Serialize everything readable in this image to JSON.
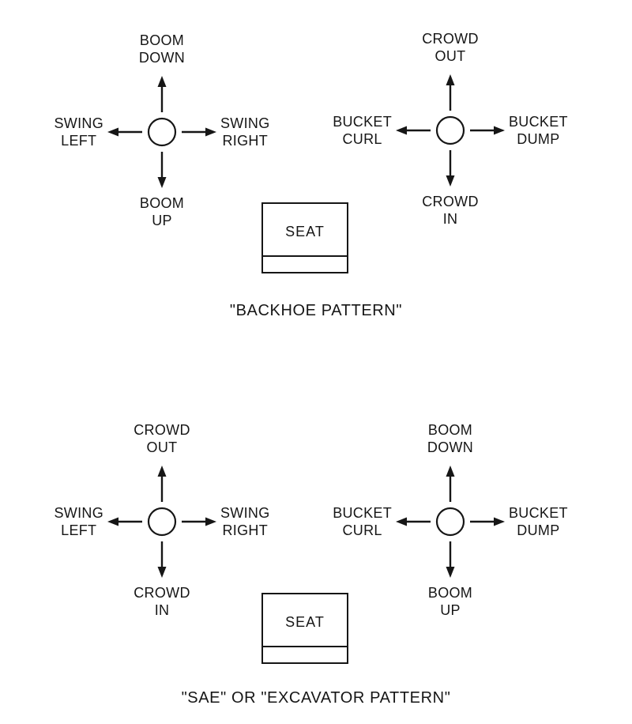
{
  "page": {
    "background": "#ffffff",
    "ink": "#161616"
  },
  "diagrams": [
    {
      "id": "backhoe-pattern",
      "title": "\"BACKHOE PATTERN\"",
      "seat": "SEAT",
      "joysticks": [
        {
          "side": "left",
          "up": [
            "BOOM",
            "DOWN"
          ],
          "left": [
            "SWING",
            "LEFT"
          ],
          "right": [
            "SWING",
            "RIGHT"
          ],
          "down": [
            "BOOM",
            "UP"
          ]
        },
        {
          "side": "right",
          "up": [
            "CROWD",
            "OUT"
          ],
          "left": [
            "BUCKET",
            "CURL"
          ],
          "right": [
            "BUCKET",
            "DUMP"
          ],
          "down": [
            "CROWD",
            "IN"
          ]
        }
      ]
    },
    {
      "id": "sae-excavator-pattern",
      "title": "\"SAE\" OR \"EXCAVATOR PATTERN\"",
      "seat": "SEAT",
      "joysticks": [
        {
          "side": "left",
          "up": [
            "CROWD",
            "OUT"
          ],
          "left": [
            "SWING",
            "LEFT"
          ],
          "right": [
            "SWING",
            "RIGHT"
          ],
          "down": [
            "CROWD",
            "IN"
          ]
        },
        {
          "side": "right",
          "up": [
            "BOOM",
            "DOWN"
          ],
          "left": [
            "BUCKET",
            "CURL"
          ],
          "right": [
            "BUCKET",
            "DUMP"
          ],
          "down": [
            "BOOM",
            "UP"
          ]
        }
      ]
    }
  ]
}
